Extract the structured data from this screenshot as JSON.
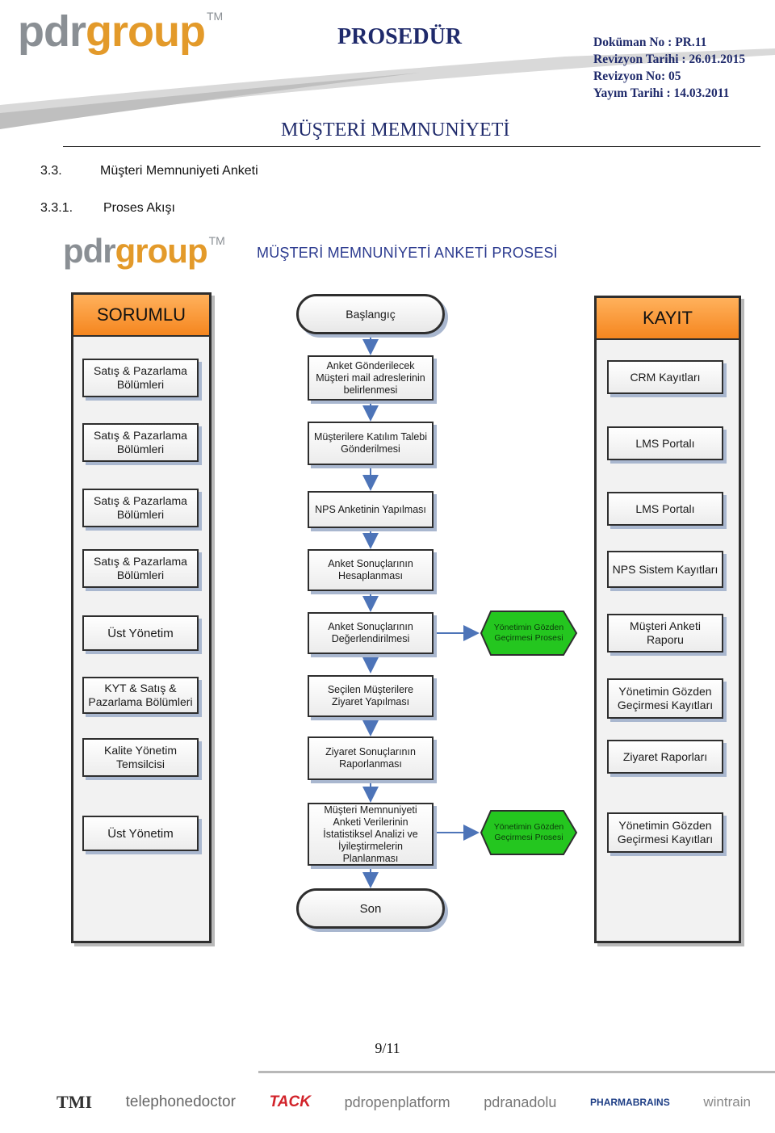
{
  "header": {
    "logo_main": "pdr",
    "logo_accent": "group",
    "logo_tm": "TM",
    "procedure_title": "PROSEDÜR",
    "doc_no": "Doküman No : PR.11",
    "revision_date": "Revizyon Tarihi : 26.01.2015",
    "revision_no": "Revizyon No: 05",
    "publish_date": "Yayım Tarihi : 14.03.2011",
    "subtitle": "MÜŞTERİ MEMNUNİYETİ"
  },
  "section": {
    "number": "3.3.",
    "title": "Müşteri Memnuniyeti Anketi"
  },
  "subsection": {
    "number": "3.3.1.",
    "title": "Proses Akışı"
  },
  "diagram": {
    "logo_main": "pdr",
    "logo_accent": "group",
    "logo_tm": "TM",
    "title": "MÜŞTERİ MEMNUNİYETİ ANKETİ PROSESİ",
    "lane_left": "SORUMLU",
    "lane_right": "KAYIT",
    "start": "Başlangıç",
    "end": "Son",
    "rows": [
      {
        "responsible": "Satış & Pazarlama Bölümleri",
        "step": "Anket Gönderilecek Müşteri mail adreslerinin belirlenmesi",
        "record": "CRM Kayıtları"
      },
      {
        "responsible": "Satış & Pazarlama Bölümleri",
        "step": "Müşterilere Katılım Talebi Gönderilmesi",
        "record": "LMS Portalı"
      },
      {
        "responsible": "Satış & Pazarlama Bölümleri",
        "step": "NPS Anketinin Yapılması",
        "record": "LMS Portalı"
      },
      {
        "responsible": "Satış & Pazarlama Bölümleri",
        "step": "Anket Sonuçlarının Hesaplanması",
        "record": "NPS Sistem Kayıtları"
      },
      {
        "responsible": "Üst Yönetim",
        "step": "Anket Sonuçlarının Değerlendirilmesi",
        "subprocess": "Yönetimin Gözden Geçirmesi Prosesi",
        "record": "Müşteri Anketi Raporu"
      },
      {
        "responsible": "KYT & Satış & Pazarlama Bölümleri",
        "step": "Seçilen Müşterilere Ziyaret Yapılması",
        "record": "Yönetimin Gözden Geçirmesi Kayıtları"
      },
      {
        "responsible": "Kalite Yönetim Temsilcisi",
        "step": "Ziyaret Sonuçlarının Raporlanması",
        "record": "Ziyaret Raporları"
      },
      {
        "responsible": "Üst Yönetim",
        "step": "Müşteri Memnuniyeti Anketi Verilerinin İstatistiksel Analizi ve İyileştirmelerin Planlanması",
        "subprocess": "Yönetimin Gözden Geçirmesi Prosesi",
        "record": "Yönetimin Gözden Geçirmesi Kayıtları"
      }
    ]
  },
  "footer": {
    "page": "9/11",
    "partner_logos": [
      "TMI",
      "telephonedoctor",
      "TACK",
      "pdropenplatform",
      "pdranadolu",
      "PHARMABRAINS",
      "wintrain"
    ]
  },
  "colors": {
    "lane_header": "#f5861f",
    "title_blue": "#2b3a8f",
    "hex_green": "#22c21c",
    "arrow_blue": "#4d74b8"
  }
}
